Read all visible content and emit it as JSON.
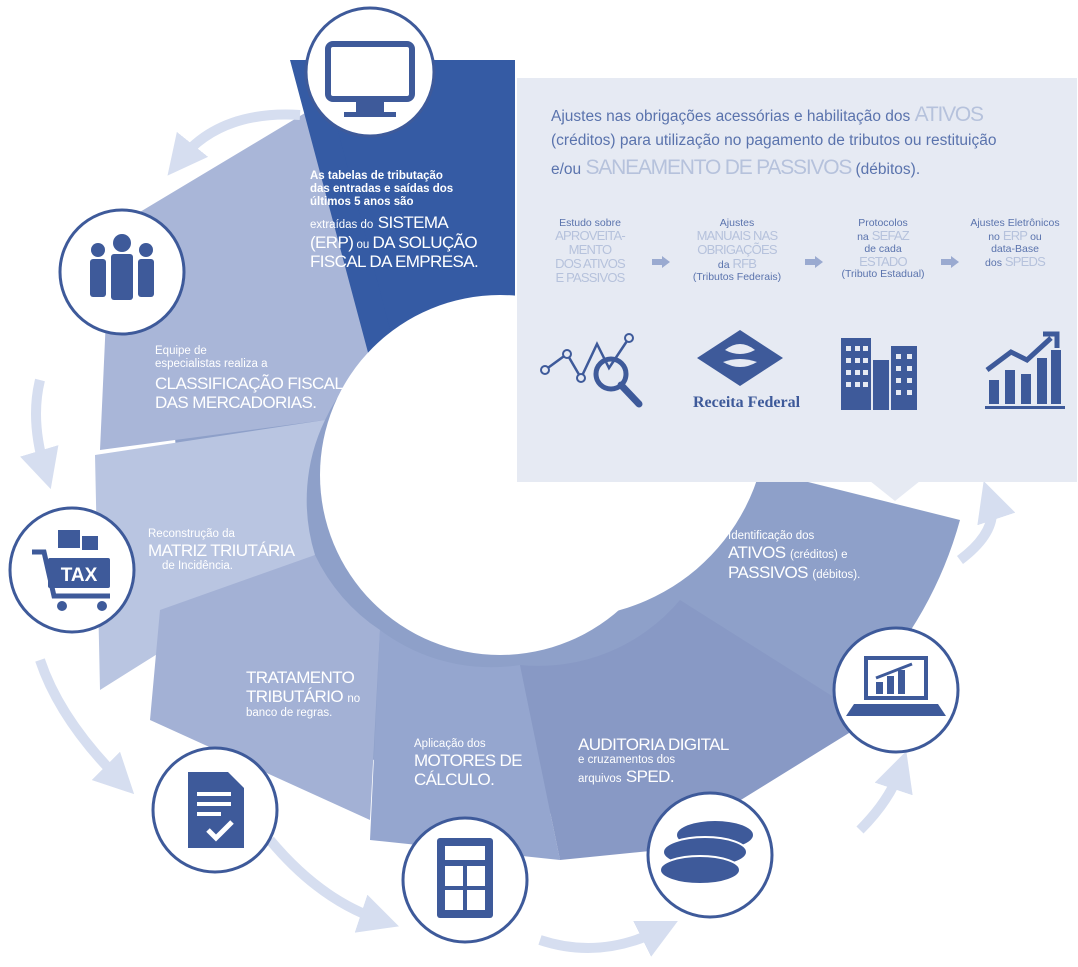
{
  "colors": {
    "ring_outer": "#8ea0c9",
    "ring_mid": "#9dadd2",
    "ring_light": "#b5c1de",
    "dark_blue": "#355ba4",
    "box_bg": "#e6eaf3",
    "circle_icon": "#3e5a9a",
    "flow_arrow": "#d6def0"
  },
  "segments": {
    "seg1": {
      "line1": "As tabelas de tributação",
      "line2": "das entradas e saídas dos",
      "line3": "últimos 5 anos são",
      "line4": "extraídas do",
      "big1": "SISTEMA",
      "big2": "(ERP)",
      "mid": " ou ",
      "big3": "DA SOLUÇÃO",
      "big4": "FISCAL DA EMPRESA."
    },
    "seg2": {
      "line1": "Equipe de",
      "line2": "especialistas realiza a",
      "big1": "CLASSIFICAÇÃO FISCAL",
      "big2": "DAS MERCADORIAS."
    },
    "seg3": {
      "line1": "Reconstrução da",
      "big1": "MATRIZ TRIUTÁRIA",
      "line2": "de Incidência."
    },
    "seg4": {
      "big1": "TRATAMENTO",
      "big2": "TRIBUTÁRIO",
      "line1": "no",
      "line2": "banco de regras."
    },
    "seg5": {
      "line1": "Aplicação dos",
      "big1": "MOTORES DE",
      "big2": "CÁLCULO."
    },
    "seg6": {
      "big1": "AUDITORIA DIGITAL",
      "line1": "e cruzamentos dos",
      "line2": "arquivos",
      "big2": "SPED."
    },
    "seg7": {
      "line1": "Identificação dos",
      "big1": "ATIVOS",
      "line2": "(créditos) e",
      "big2": "PASSIVOS",
      "line3": "(débitos)."
    }
  },
  "icons": {
    "monitor": "monitor-icon",
    "team": "team-icon",
    "tax_cart": "tax-cart-icon",
    "document": "document-check-icon",
    "calculator": "calculator-icon",
    "coins": "coins-icon",
    "laptop": "laptop-chart-icon",
    "tax_label": "TAX"
  },
  "box": {
    "intro_a": "Ajustes nas obrigações acessórias e habilitação dos ",
    "intro_thin1": "ATIVOS",
    "intro_b": "(créditos) para utilização no pagamento de tributos ou restituição",
    "intro_c": "e/ou ",
    "intro_thin2": "SANEAMENTO DE PASSIVOS",
    "intro_d": " (débitos).",
    "steps": [
      {
        "l1": "Estudo sobre",
        "t1": "APROVEITA-",
        "t2": "MENTO",
        "t3": "DOS ATIVOS",
        "t4": "E PASSIVOS"
      },
      {
        "l1": "Ajustes",
        "t1": "MANUAIS NAS",
        "t2": "OBRIGAÇÕES",
        "l2": "da",
        "t3": "RFB",
        "l3": "(Tributos Federais)"
      },
      {
        "l1": "Protocolos",
        "l2": "na",
        "t1": "SEFAZ",
        "l3": "de cada",
        "t2": "ESTADO",
        "l4": "(Tributo Estadual)"
      },
      {
        "l1": "Ajustes Eletrônicos",
        "l2": "no",
        "t1": "ERP",
        "l3": "ou",
        "l4": "data-Base",
        "l5": "dos",
        "t2": "SPEDS"
      }
    ],
    "receita_label": "Receita Federal"
  }
}
